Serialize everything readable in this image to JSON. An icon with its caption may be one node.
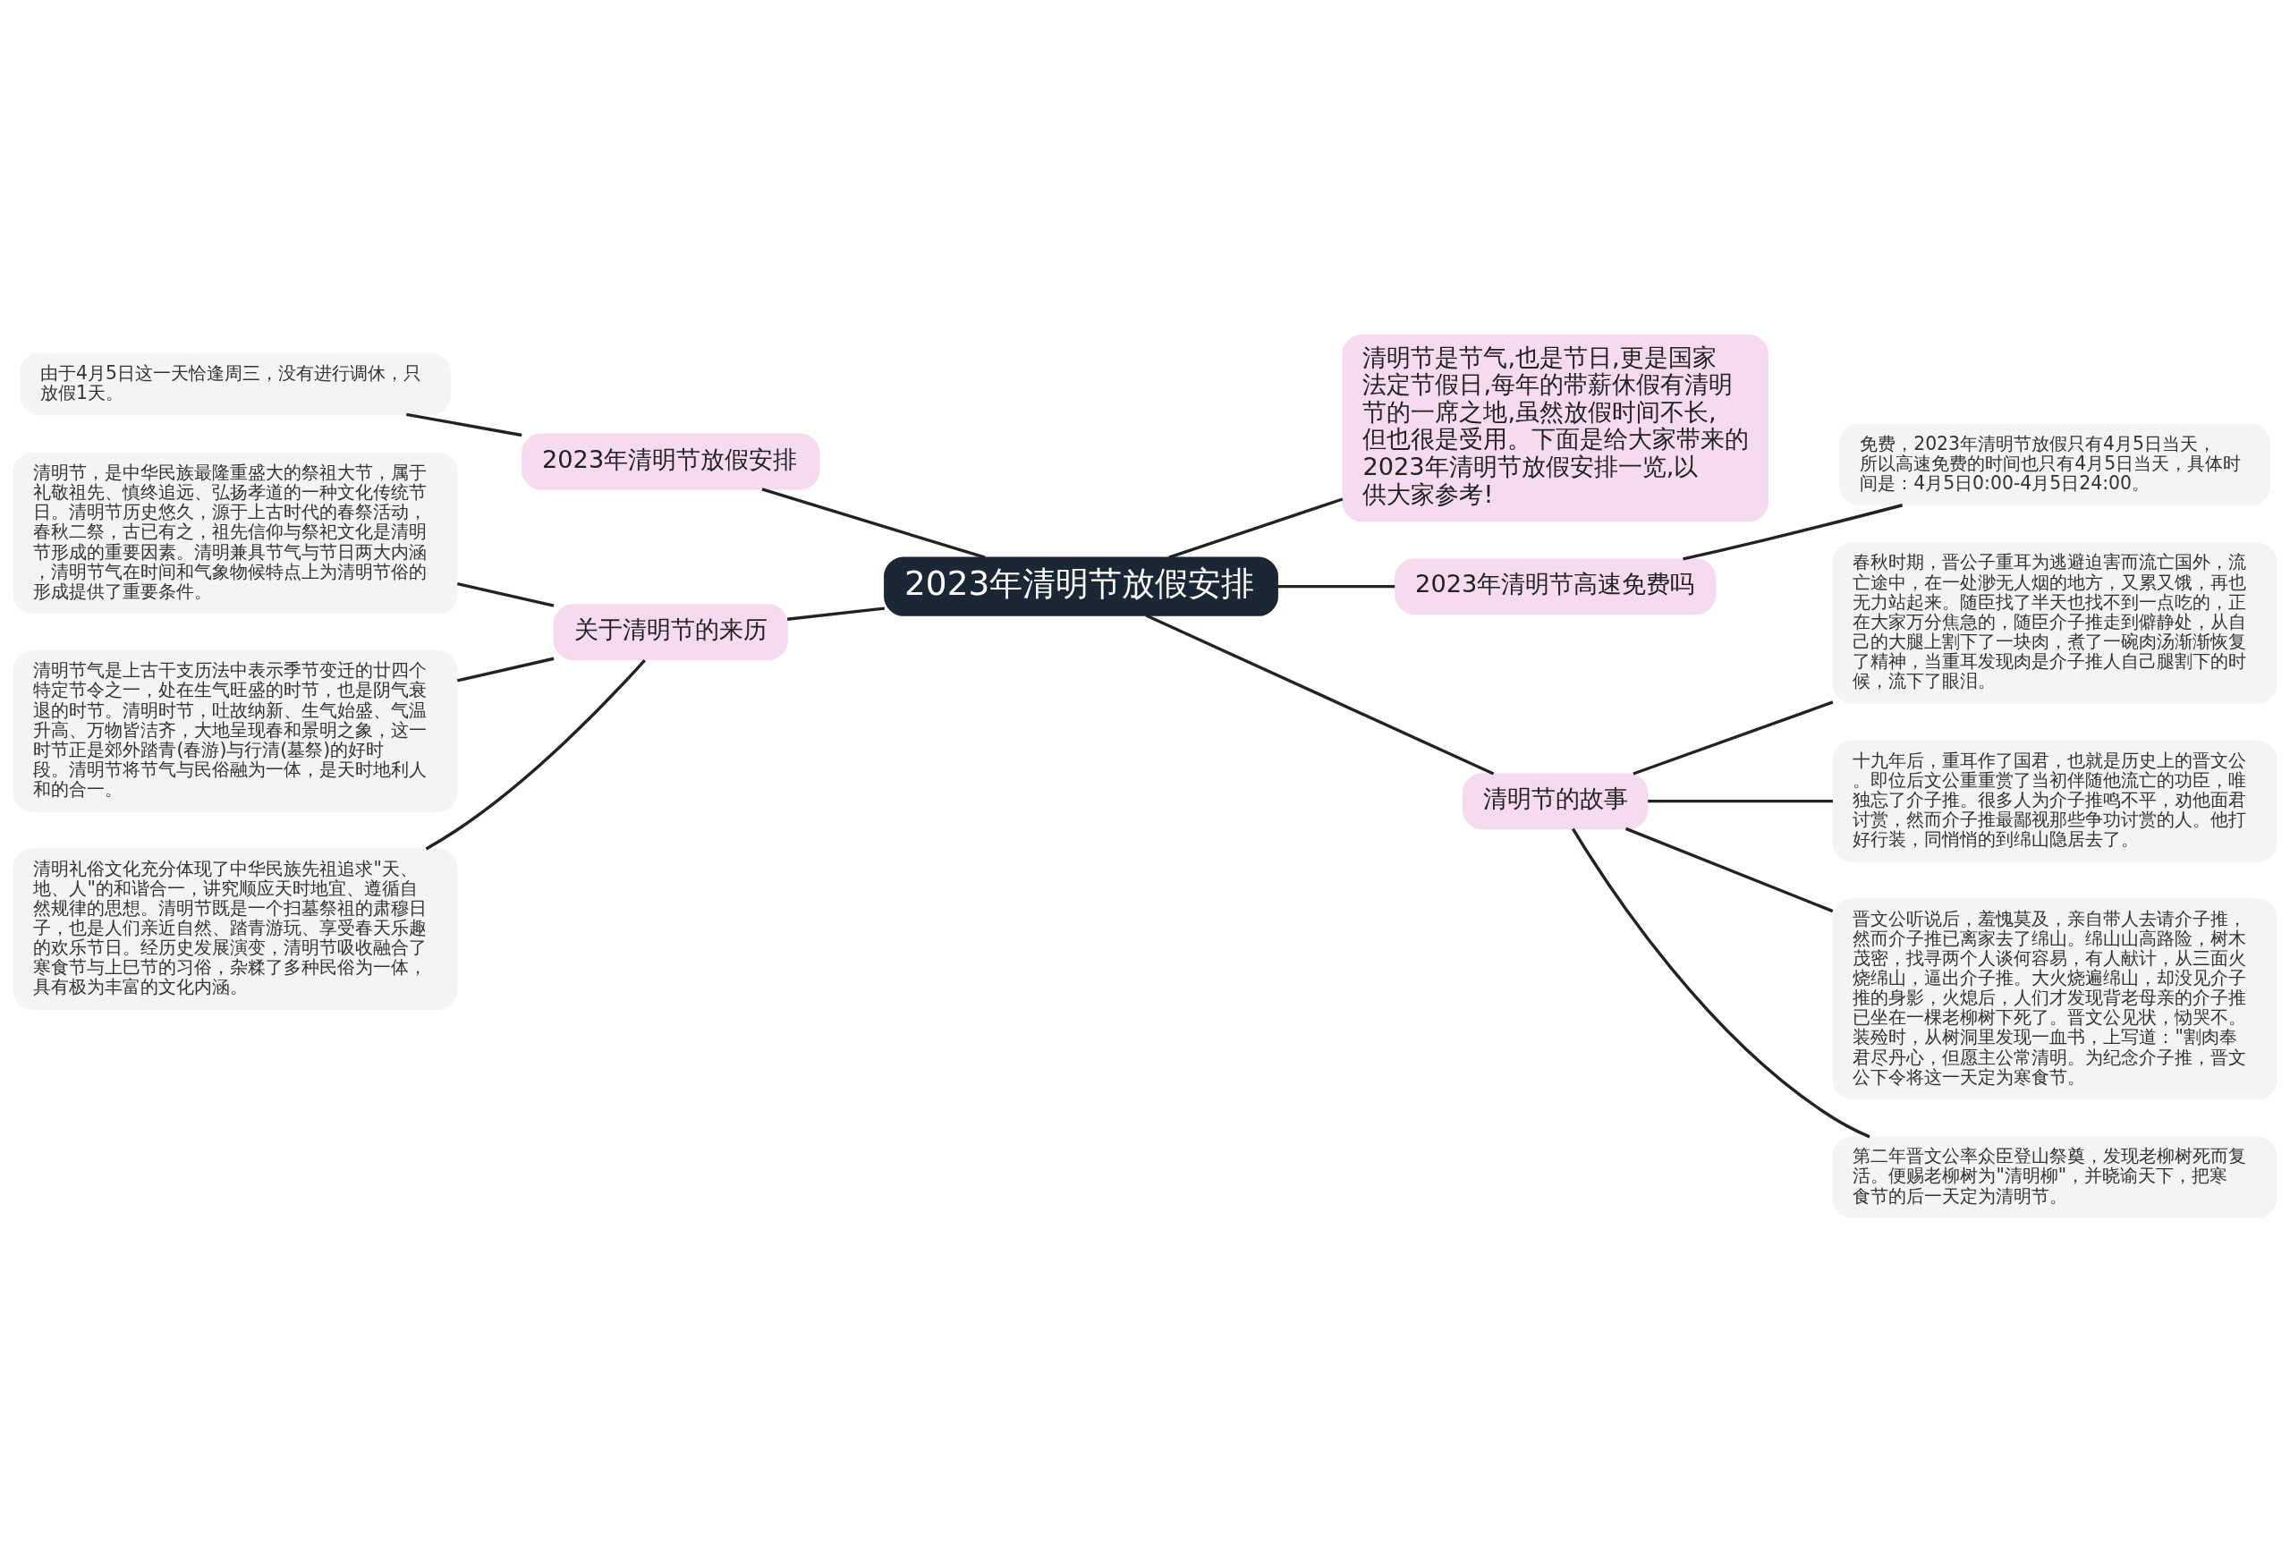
{
  "diagram": {
    "nodes": [
      {
        "text": [
          "2023年清明节放假安排"
        ]
      },
      {
        "text": [
          "2023年清明节放假安排"
        ]
      },
      {
        "text": [
          "由于4月5日这一天恰逢周三，没有进行调休，只放假1天。"
        ]
      },
      {
        "text": [
          "关于清明节的来历"
        ]
      },
      {
        "text": [
          "清明节，是中华民族最隆重盛大的祭祖大节，属于礼敬祖先、慎终追远、弘扬孝道的一种文化传统节日。清明节历史悠久，源于上古时代的春祭活动，春秋二祭，古已有之，祖先信仰与祭祀文化是清明节形成的重要因素。清明兼具节气与节日两大内涵，清明节气在时间和气象物候特点上为清明节俗的形成提供了重要条件。"
        ]
      },
      {
        "text": [
          "清明节气是上古干支历法中表示季节变迁的廿四个特定节令之一，处在生气旺盛的时节，也是阴气衰退的时节。清明时节，吐故纳新、生气始盛、气温升高、万物皆洁齐，大地呈现春和景明之象，这一时节正是郊外踏青(春游)与行清(墓祭)的好时段。清明节将节气与民俗融为一体，是天时地利人和的合一。"
        ]
      },
      {
        "text": [
          "清明礼俗文化充分体现了中华民族先祖追求\"天、地、人\"的和谐合一，讲究顺应天时地宜、遵循自然规律的思想。清明节既是一个扫墓祭祖的肃穆日子，也是人们亲近自然、踏青游玩、享受春天乐趣的欢乐节日。经历史发展演变，清明节吸收融合了寒食节与上巳节的习俗，杂糅了多种民俗为一体，具有极为丰富的文化内涵。"
        ]
      },
      {
        "text": [
          "清明节是节气,也是节日,更是国家法定节假日,每年的带薪休假有清明节的一席之地,虽然放假时间不长,但也很是受用。下面是给大家带来的2023年清明节放假安排一览,以供大家参考!"
        ]
      },
      {
        "text": [
          "2023年清明节高速免费吗"
        ]
      },
      {
        "text": [
          "免费，2023年清明节放假只有4月5日当天，所以高速免费的时间也只有4月5日当天，具体时间是：4月5日0:00-4月5日24:00。"
        ]
      },
      {
        "text": [
          "清明节的故事"
        ]
      },
      {
        "text": [
          "春秋时期，晋公子重耳为逃避迫害而流亡国外，流亡途中，在一处渺无人烟的地方，又累又饿，再也无力站起来。随臣找了半天也找不到一点吃的，正在大家万分焦急的，随臣介子推走到僻静处，从自己的大腿上割下了一块肉，煮了一碗肉汤渐渐恢复了精神，当重耳发现肉是介子推人自己腿割下的时候，流下了眼泪。"
        ]
      },
      {
        "text": [
          "十九年后，重耳作了国君，也就是历史上的晋文公。即位后文公重重赏了当初伴随他流亡的功臣，唯独忘了介子推。很多人为介子推鸣不平，劝他面君讨赏，然而介子推最鄙视那些争功讨赏的人。他打好行装，同悄悄的到绵山隐居去了。"
        ]
      },
      {
        "text": [
          "晋文公听说后，羞愧莫及，亲自带人去请介子推，然而介子推已离家去了绵山。绵山山高路险，树木茂密，找寻两个人谈何容易，有人献计，从三面火烧绵山，逼出介子推。大火烧遍绵山，却没见介子推的身影，火熄后，人们才发现背老母亲的介子推已坐在一棵老柳树下死了。晋文公见状，恸哭不。装殓时，从树洞里发现一血书，上写道：\"割肉奉君尽丹心，但愿主公常清明。为纪念介子推，晋文公下令将这一天定为寒食节。"
        ]
      },
      {
        "text": [
          "第二年晋文公率众臣登山祭奠，发现老柳树死而复活。便赐老柳树为\"清明柳\"，并晓谕天下，把寒食节的后一天定为清明节。"
        ]
      }
    ],
    "edges": [
      {
        "from": 0,
        "to": 1,
        "arrow": "none"
      },
      {
        "from": 1,
        "to": 2,
        "arrow": "none"
      },
      {
        "from": 0,
        "to": 3,
        "arrow": "none"
      },
      {
        "from": 3,
        "to": 4,
        "arrow": "none"
      },
      {
        "from": 3,
        "to": 5,
        "arrow": "none"
      },
      {
        "from": 3,
        "to": 6,
        "arrow": "none"
      },
      {
        "from": 0,
        "to": 7,
        "arrow": "none"
      },
      {
        "from": 0,
        "to": 8,
        "arrow": "none"
      },
      {
        "from": 8,
        "to": 9,
        "arrow": "none"
      },
      {
        "from": 0,
        "to": 10,
        "arrow": "none"
      },
      {
        "from": 10,
        "to": 11,
        "arrow": "none"
      },
      {
        "from": 10,
        "to": 12,
        "arrow": "none"
      },
      {
        "from": 10,
        "to": 13,
        "arrow": "none"
      },
      {
        "from": 10,
        "to": 14,
        "arrow": "none"
      }
    ]
  }
}
